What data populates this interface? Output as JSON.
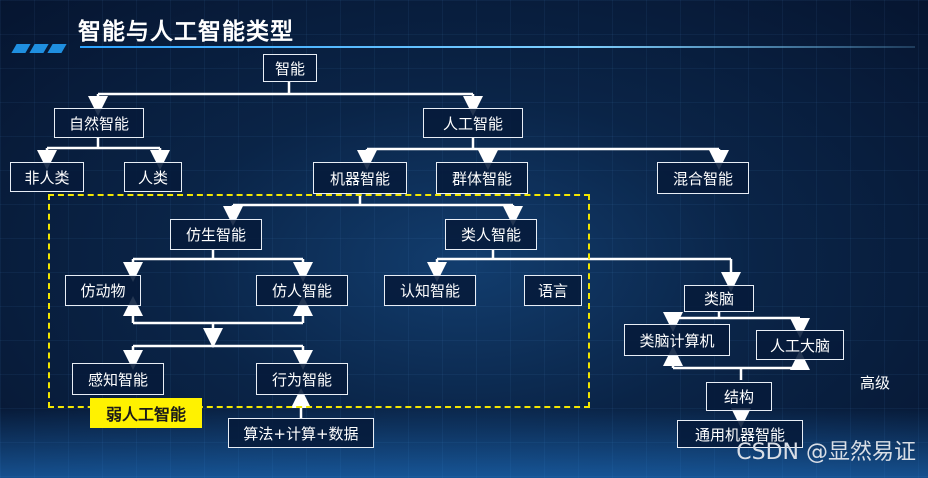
{
  "title": "智能与人工智能类型",
  "nodes": {
    "intelligence": "智能",
    "natural": "自然智能",
    "artificial": "人工智能",
    "nonhuman": "非人类",
    "human": "人类",
    "machine": "机器智能",
    "swarm": "群体智能",
    "hybrid": "混合智能",
    "bionic": "仿生智能",
    "humanoid": "类人智能",
    "animal": "仿动物",
    "human_like": "仿人智能",
    "cognitive": "认知智能",
    "language": "语言",
    "perception": "感知智能",
    "behavior": "行为智能",
    "algo": "算法+计算+数据",
    "brainlike": "类脑",
    "brain_computing": "类脑计算机",
    "artificial_brain": "人工大脑",
    "advanced": "高级",
    "structure": "结构",
    "general_machine": "通用机器智能"
  },
  "weak_ai_label": "弱人工智能",
  "watermark": "CSDN @显然易证",
  "colors": {
    "line": "#ffffff",
    "highlight": "#fff200",
    "title_accent": "#1f8fe0"
  }
}
